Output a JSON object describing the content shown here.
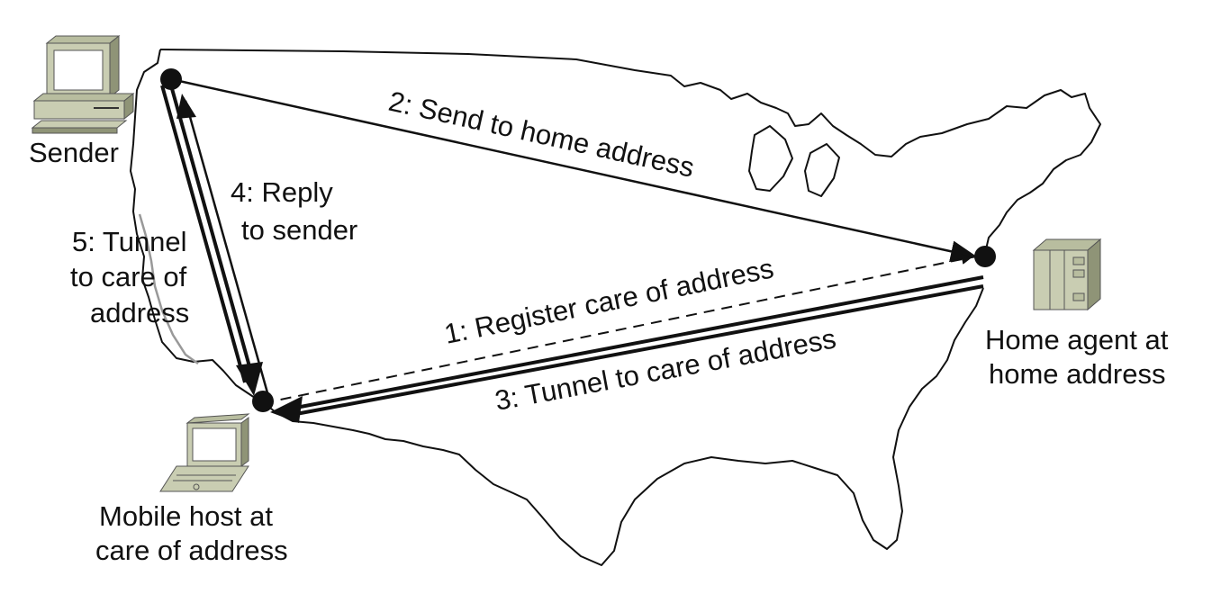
{
  "nodes": {
    "sender": {
      "label": "Sender",
      "icon": "desktop-computer-icon"
    },
    "mobile_host": {
      "label_line1": "Mobile host at",
      "label_line2": "care of address",
      "icon": "laptop-icon"
    },
    "home_agent": {
      "label_line1": "Home agent at",
      "label_line2": "home address",
      "icon": "server-icon"
    }
  },
  "steps": {
    "step1": {
      "label": "1: Register care of address",
      "style": "dashed"
    },
    "step2": {
      "label": "2: Send to home address",
      "style": "solid"
    },
    "step3": {
      "label": "3: Tunnel to care of address",
      "style": "double"
    },
    "step4": {
      "line1": "4: Reply",
      "line2": "to sender",
      "style": "solid"
    },
    "step5": {
      "line1": "5: Tunnel",
      "line2": "to care of",
      "line3": "address",
      "style": "double"
    }
  },
  "colors": {
    "line": "#111111",
    "device_fill": "#c9cdb2",
    "device_dark": "#8f9477",
    "screen": "#ffffff"
  }
}
